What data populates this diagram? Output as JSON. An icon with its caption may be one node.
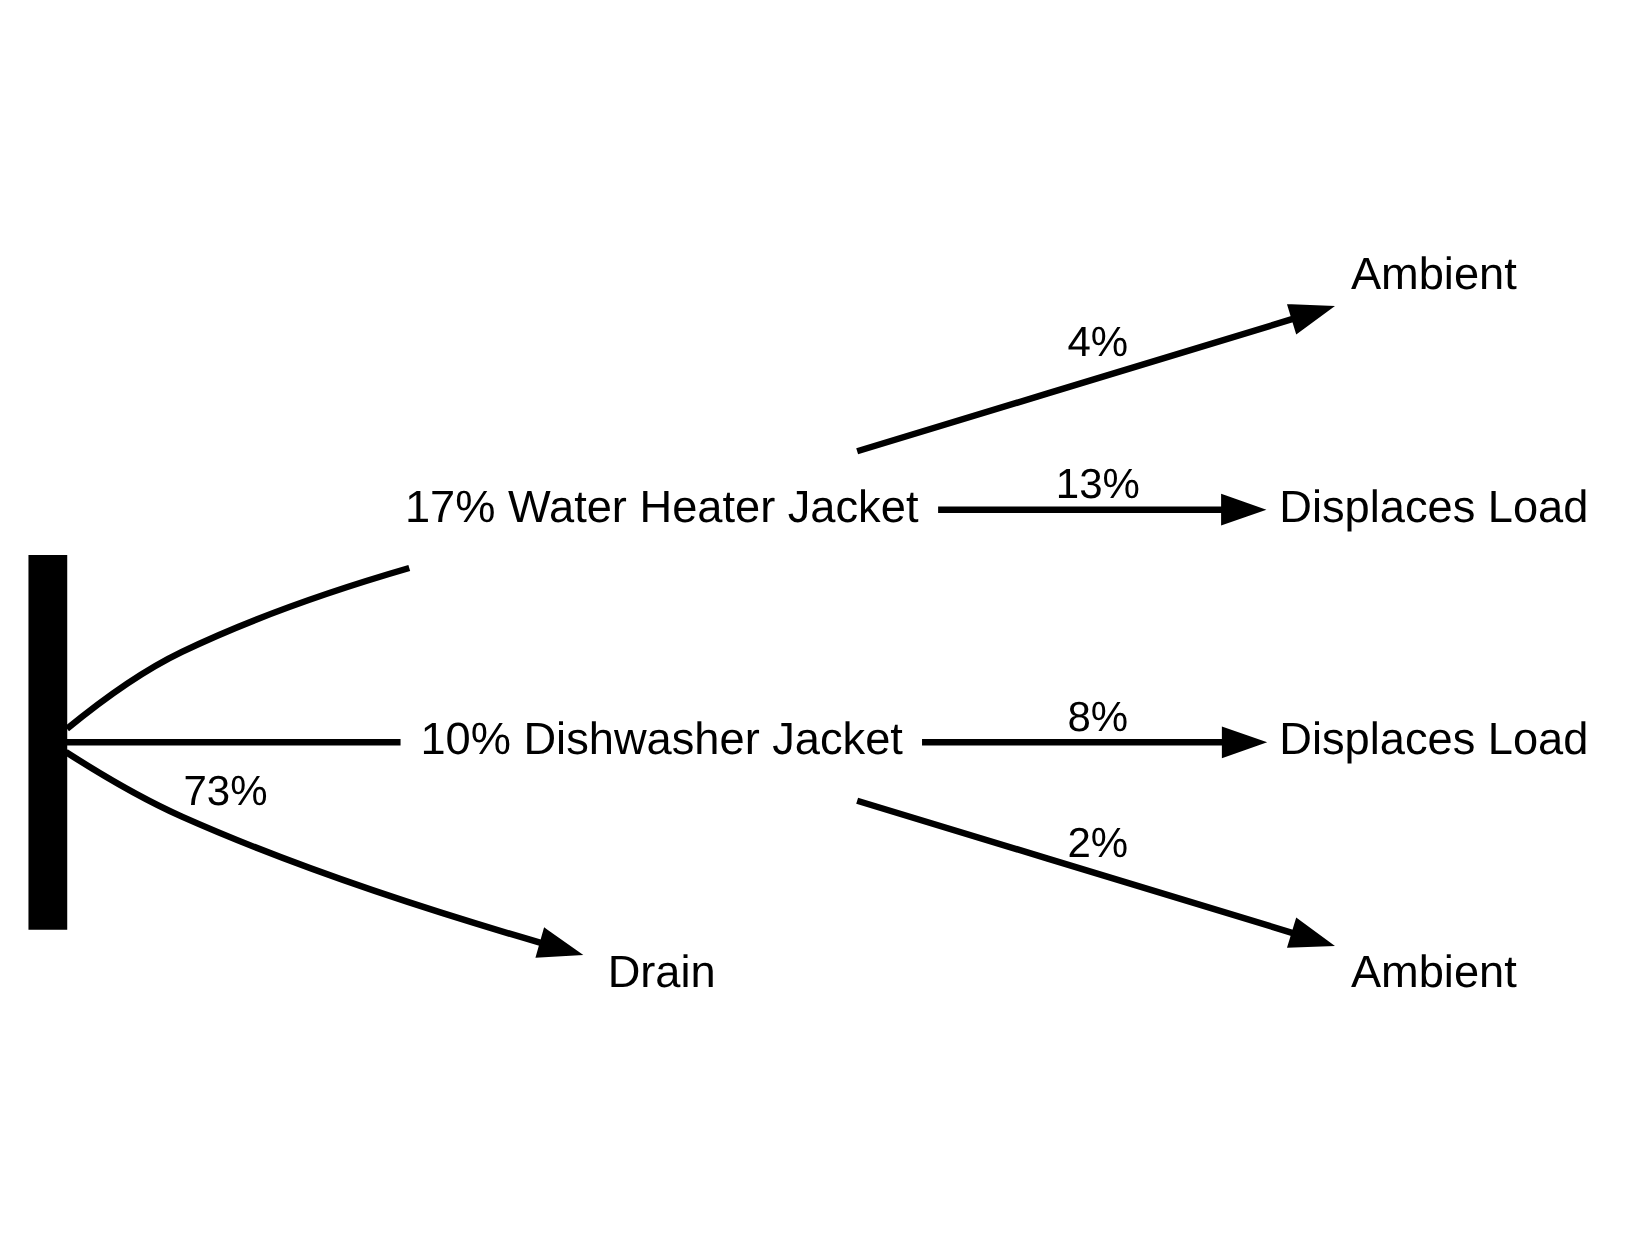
{
  "diagram": {
    "nodes": [
      {
        "text": [],
        "shape": "bar"
      },
      {
        "text": [
          "17% Water Heater Jacket"
        ]
      },
      {
        "text": [
          "10% Dishwasher Jacket"
        ]
      },
      {
        "text": [
          "Ambient"
        ]
      },
      {
        "text": [
          "Displaces Load"
        ]
      },
      {
        "text": [
          "Drain"
        ]
      },
      {
        "text": [
          "Displaces Load"
        ]
      },
      {
        "text": [
          "Ambient"
        ]
      }
    ],
    "edges": [
      {
        "from": 0,
        "to": 1,
        "arrow": "none"
      },
      {
        "from": 0,
        "to": 5,
        "label": "73%",
        "arrow": "to"
      },
      {
        "from": 0,
        "to": 2,
        "arrow": "none"
      },
      {
        "from": 1,
        "to": 3,
        "label": "4%",
        "arrow": "to"
      },
      {
        "from": 1,
        "to": 4,
        "label": "13%",
        "arrow": "to"
      },
      {
        "from": 2,
        "to": 6,
        "label": "8%",
        "arrow": "to"
      },
      {
        "from": 2,
        "to": 7,
        "label": "2%",
        "arrow": "to"
      }
    ]
  }
}
